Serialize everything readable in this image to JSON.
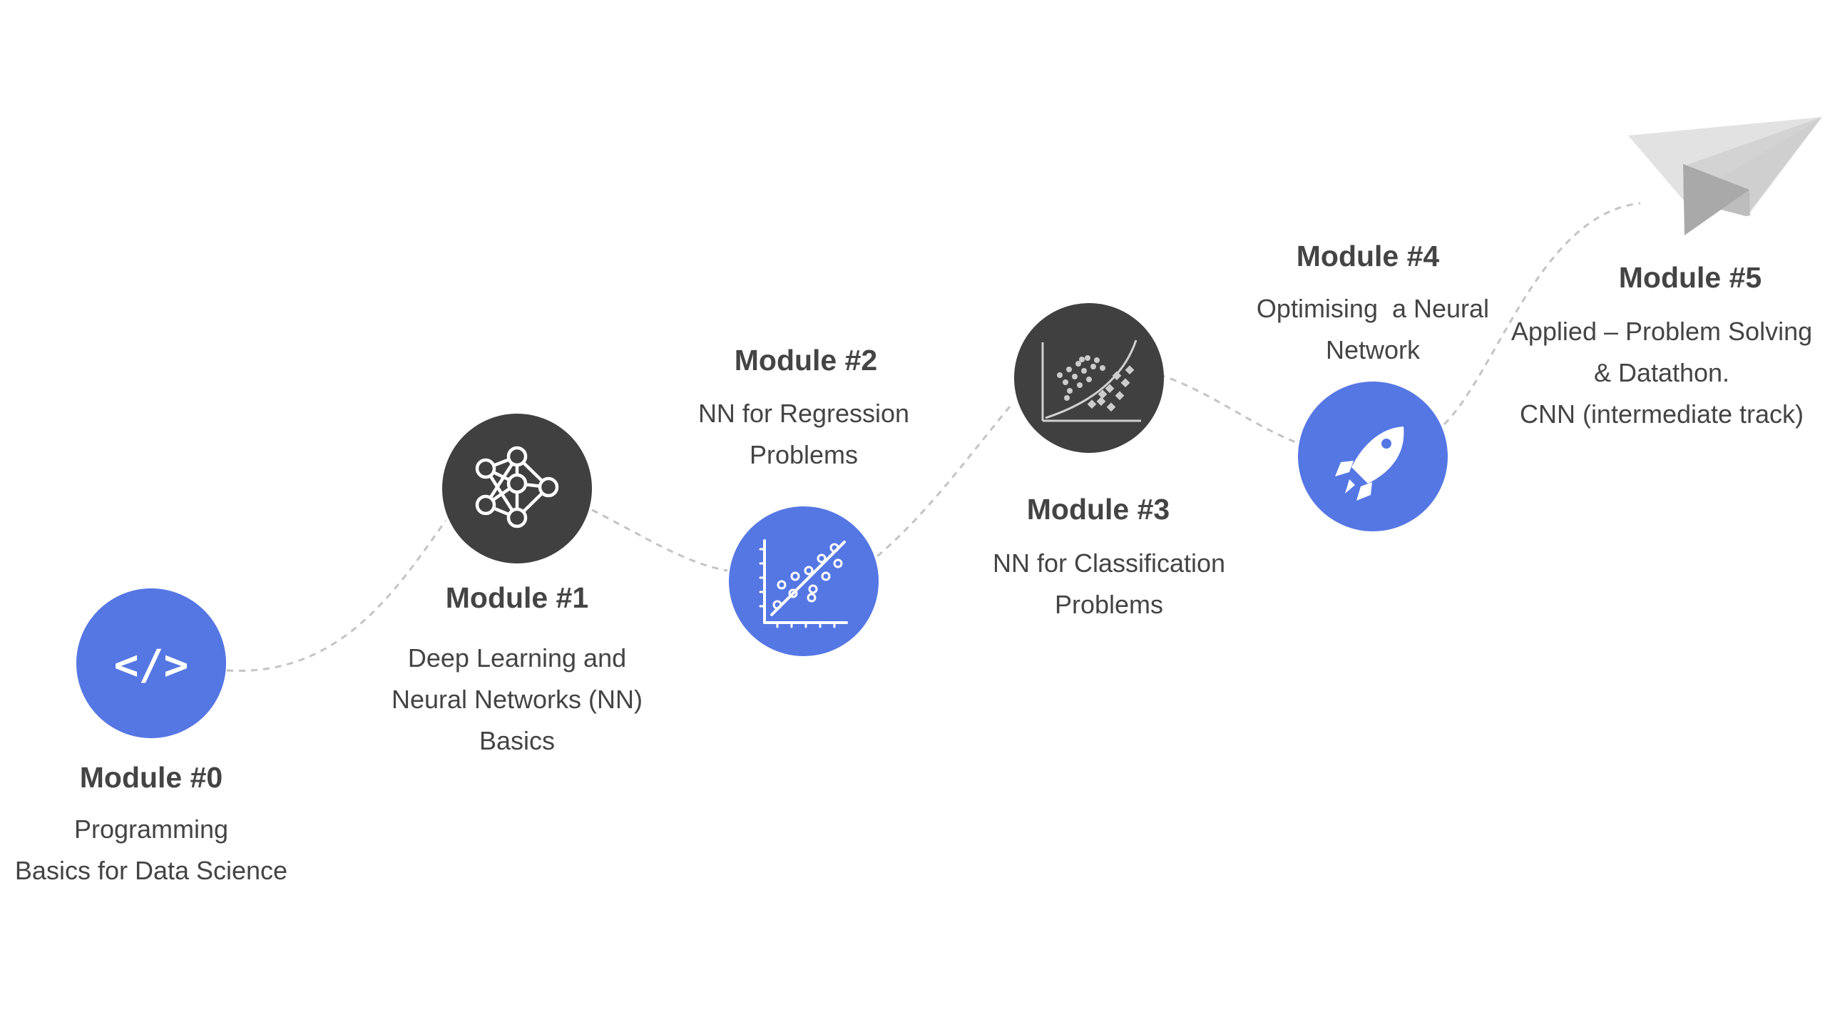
{
  "colors": {
    "accent_blue": "#5577E4",
    "dark_gray": "#404040",
    "text": "#444444",
    "path": "#c4c4c4",
    "plane_light": "#e2e2e2",
    "plane_mid": "#cfcfcf",
    "plane_dark": "#a9a9a9"
  },
  "modules": [
    {
      "title": "Module #0",
      "lines": [
        "Programming",
        "Basics for Data Science"
      ],
      "icon": "code-icon",
      "color": "blue"
    },
    {
      "title": "Module #1",
      "lines": [
        "Deep Learning and",
        "Neural Networks (NN)",
        "Basics"
      ],
      "icon": "neural-network-icon",
      "color": "dark"
    },
    {
      "title": "Module #2",
      "lines": [
        "NN for Regression",
        "Problems"
      ],
      "icon": "regression-chart-icon",
      "color": "blue"
    },
    {
      "title": "Module #3",
      "lines": [
        "NN for Classification",
        "Problems"
      ],
      "icon": "classification-chart-icon",
      "color": "dark"
    },
    {
      "title": "Module #4",
      "lines": [
        "Optimising  a Neural",
        "Network"
      ],
      "icon": "rocket-icon",
      "color": "blue"
    },
    {
      "title": "Module #5",
      "lines": [
        "Applied – Problem Solving",
        "& Datathon.",
        "CNN (intermediate track)"
      ],
      "icon": "paper-plane-icon"
    }
  ],
  "code_glyph": "</>"
}
